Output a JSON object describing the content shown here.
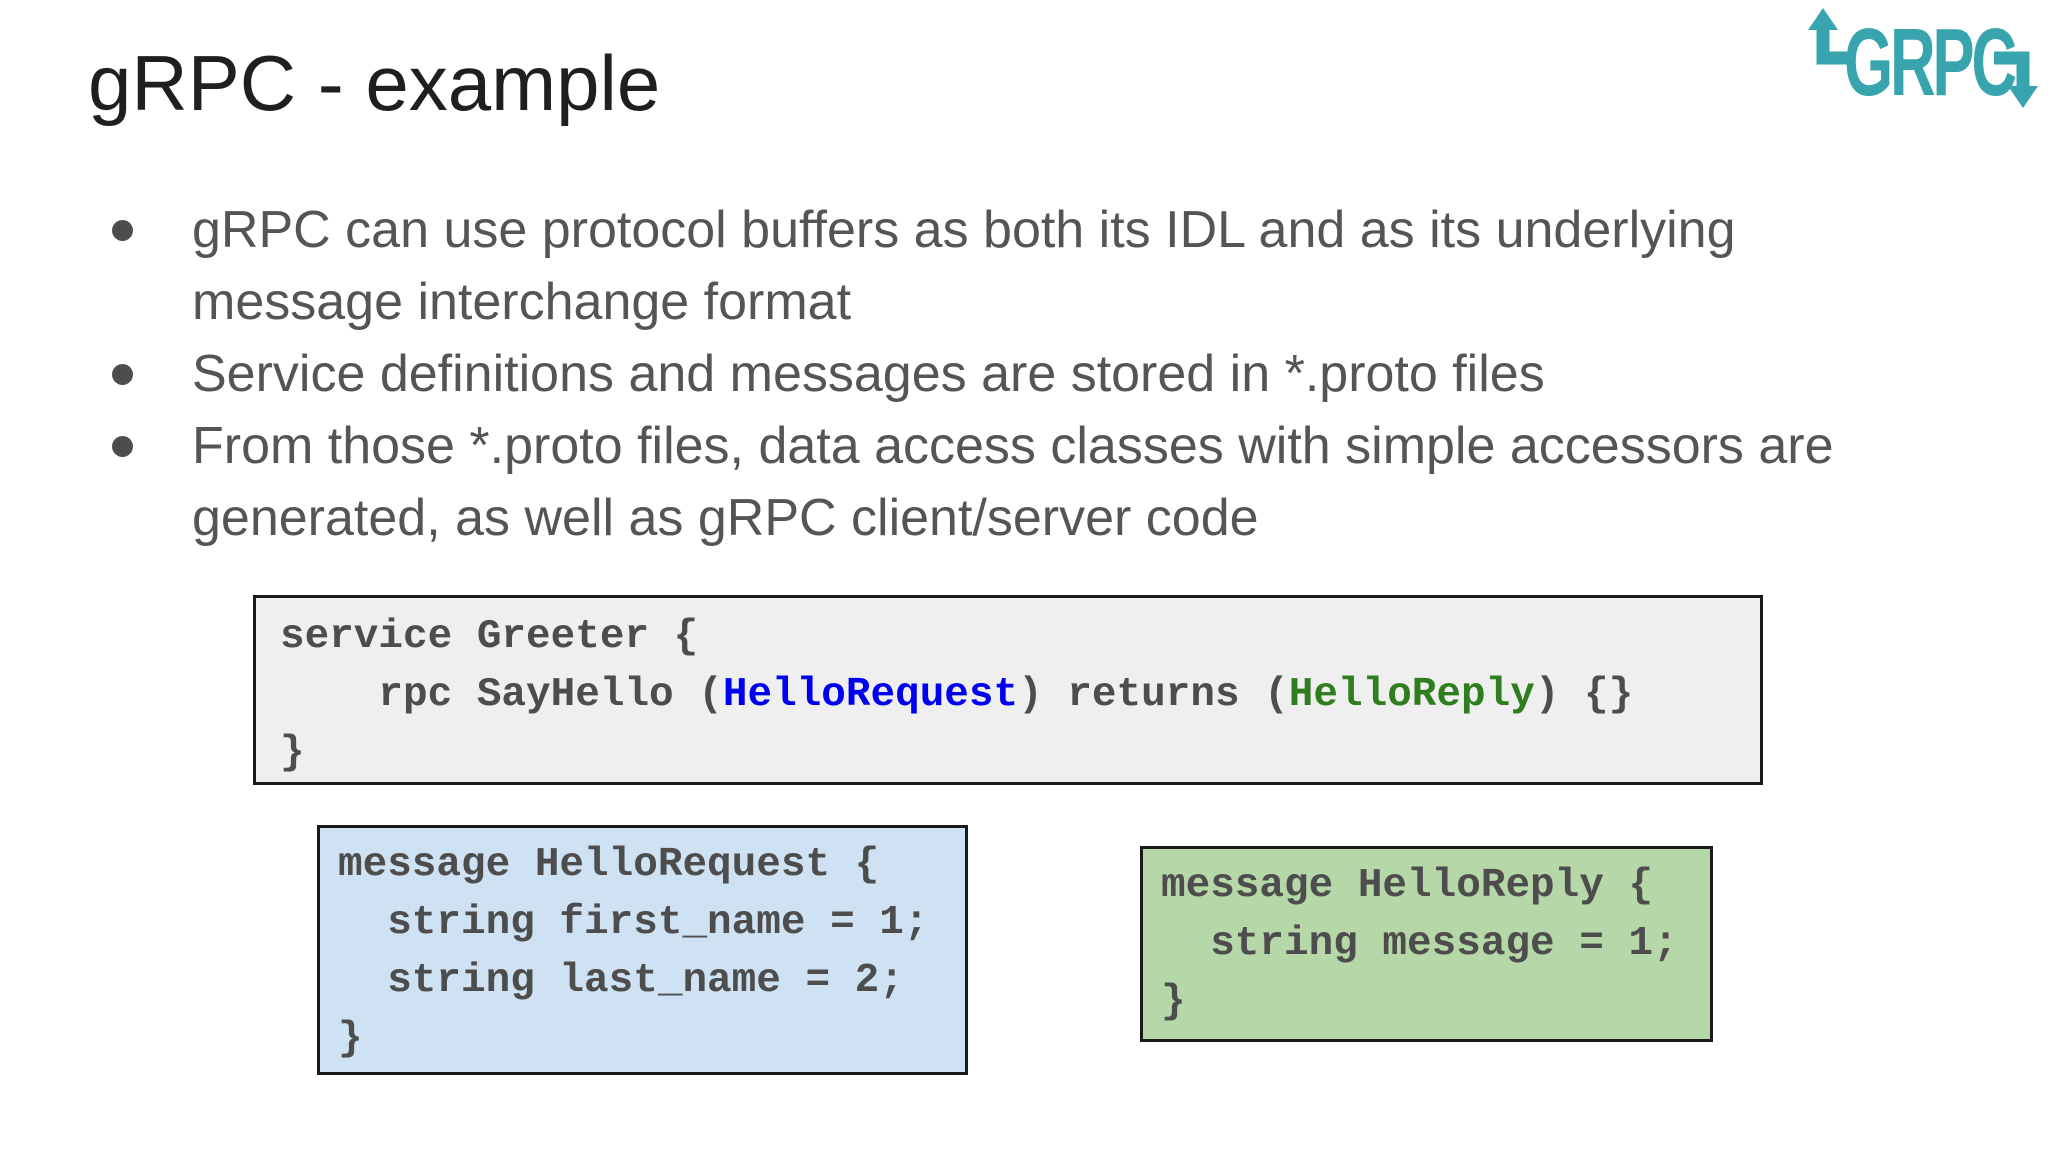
{
  "slide": {
    "title": "gRPC - example",
    "logo": {
      "text": "GRPC",
      "color": "#38a5ae"
    },
    "bullets": [
      "gRPC can use protocol buffers as both its IDL and as its underlying message interchange format",
      "Service definitions and messages are stored in *.proto files",
      "From those *.proto files, data access classes with simple accessors are generated, as well as gRPC client/server code"
    ],
    "code_blocks": {
      "service": {
        "bg": "#efefef",
        "line1": "service Greeter {",
        "line2_pre": "    rpc SayHello (",
        "line2_request": "HelloRequest",
        "line2_mid": ") returns (",
        "line2_reply": "HelloReply",
        "line2_post": ") {}",
        "line3": "}"
      },
      "hello_request": {
        "bg": "#cfe2f3",
        "lines": [
          "message HelloRequest {",
          "  string first_name = 1;",
          "  string last_name = 2;",
          "}"
        ]
      },
      "hello_reply": {
        "bg": "#b6d7a8",
        "lines": [
          "message HelloReply {",
          "  string message = 1;",
          "}"
        ]
      }
    },
    "colors": {
      "accent_request": "#0000f0",
      "accent_reply": "#2e7d1e",
      "body_text": "#555555",
      "code_text": "#4d4d4d",
      "logo_teal": "#38a5ae"
    }
  }
}
